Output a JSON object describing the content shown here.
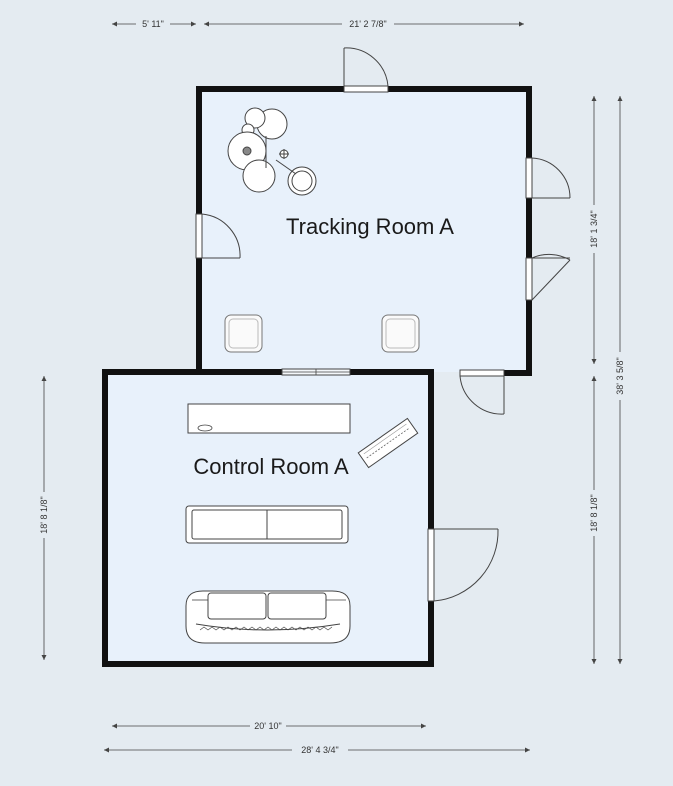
{
  "rooms": {
    "tracking": {
      "label": "Tracking Room A"
    },
    "control": {
      "label": "Control Room A"
    }
  },
  "dimensions": {
    "top_left": "5' 11\"",
    "top_right": "21' 2 7/8\"",
    "right_upper": "18' 1 3/4\"",
    "right_total": "38' 3 5/8\"",
    "right_lower": "18' 8 1/8\"",
    "left": "18' 8 1/8\"",
    "bottom_inner": "20' 10\"",
    "bottom_total": "28' 4 3/4\""
  },
  "colors": {
    "background": "#e4ebf1",
    "room_fill": "#e8f1fb",
    "wall": "#111111",
    "furniture_stroke": "#444444"
  }
}
